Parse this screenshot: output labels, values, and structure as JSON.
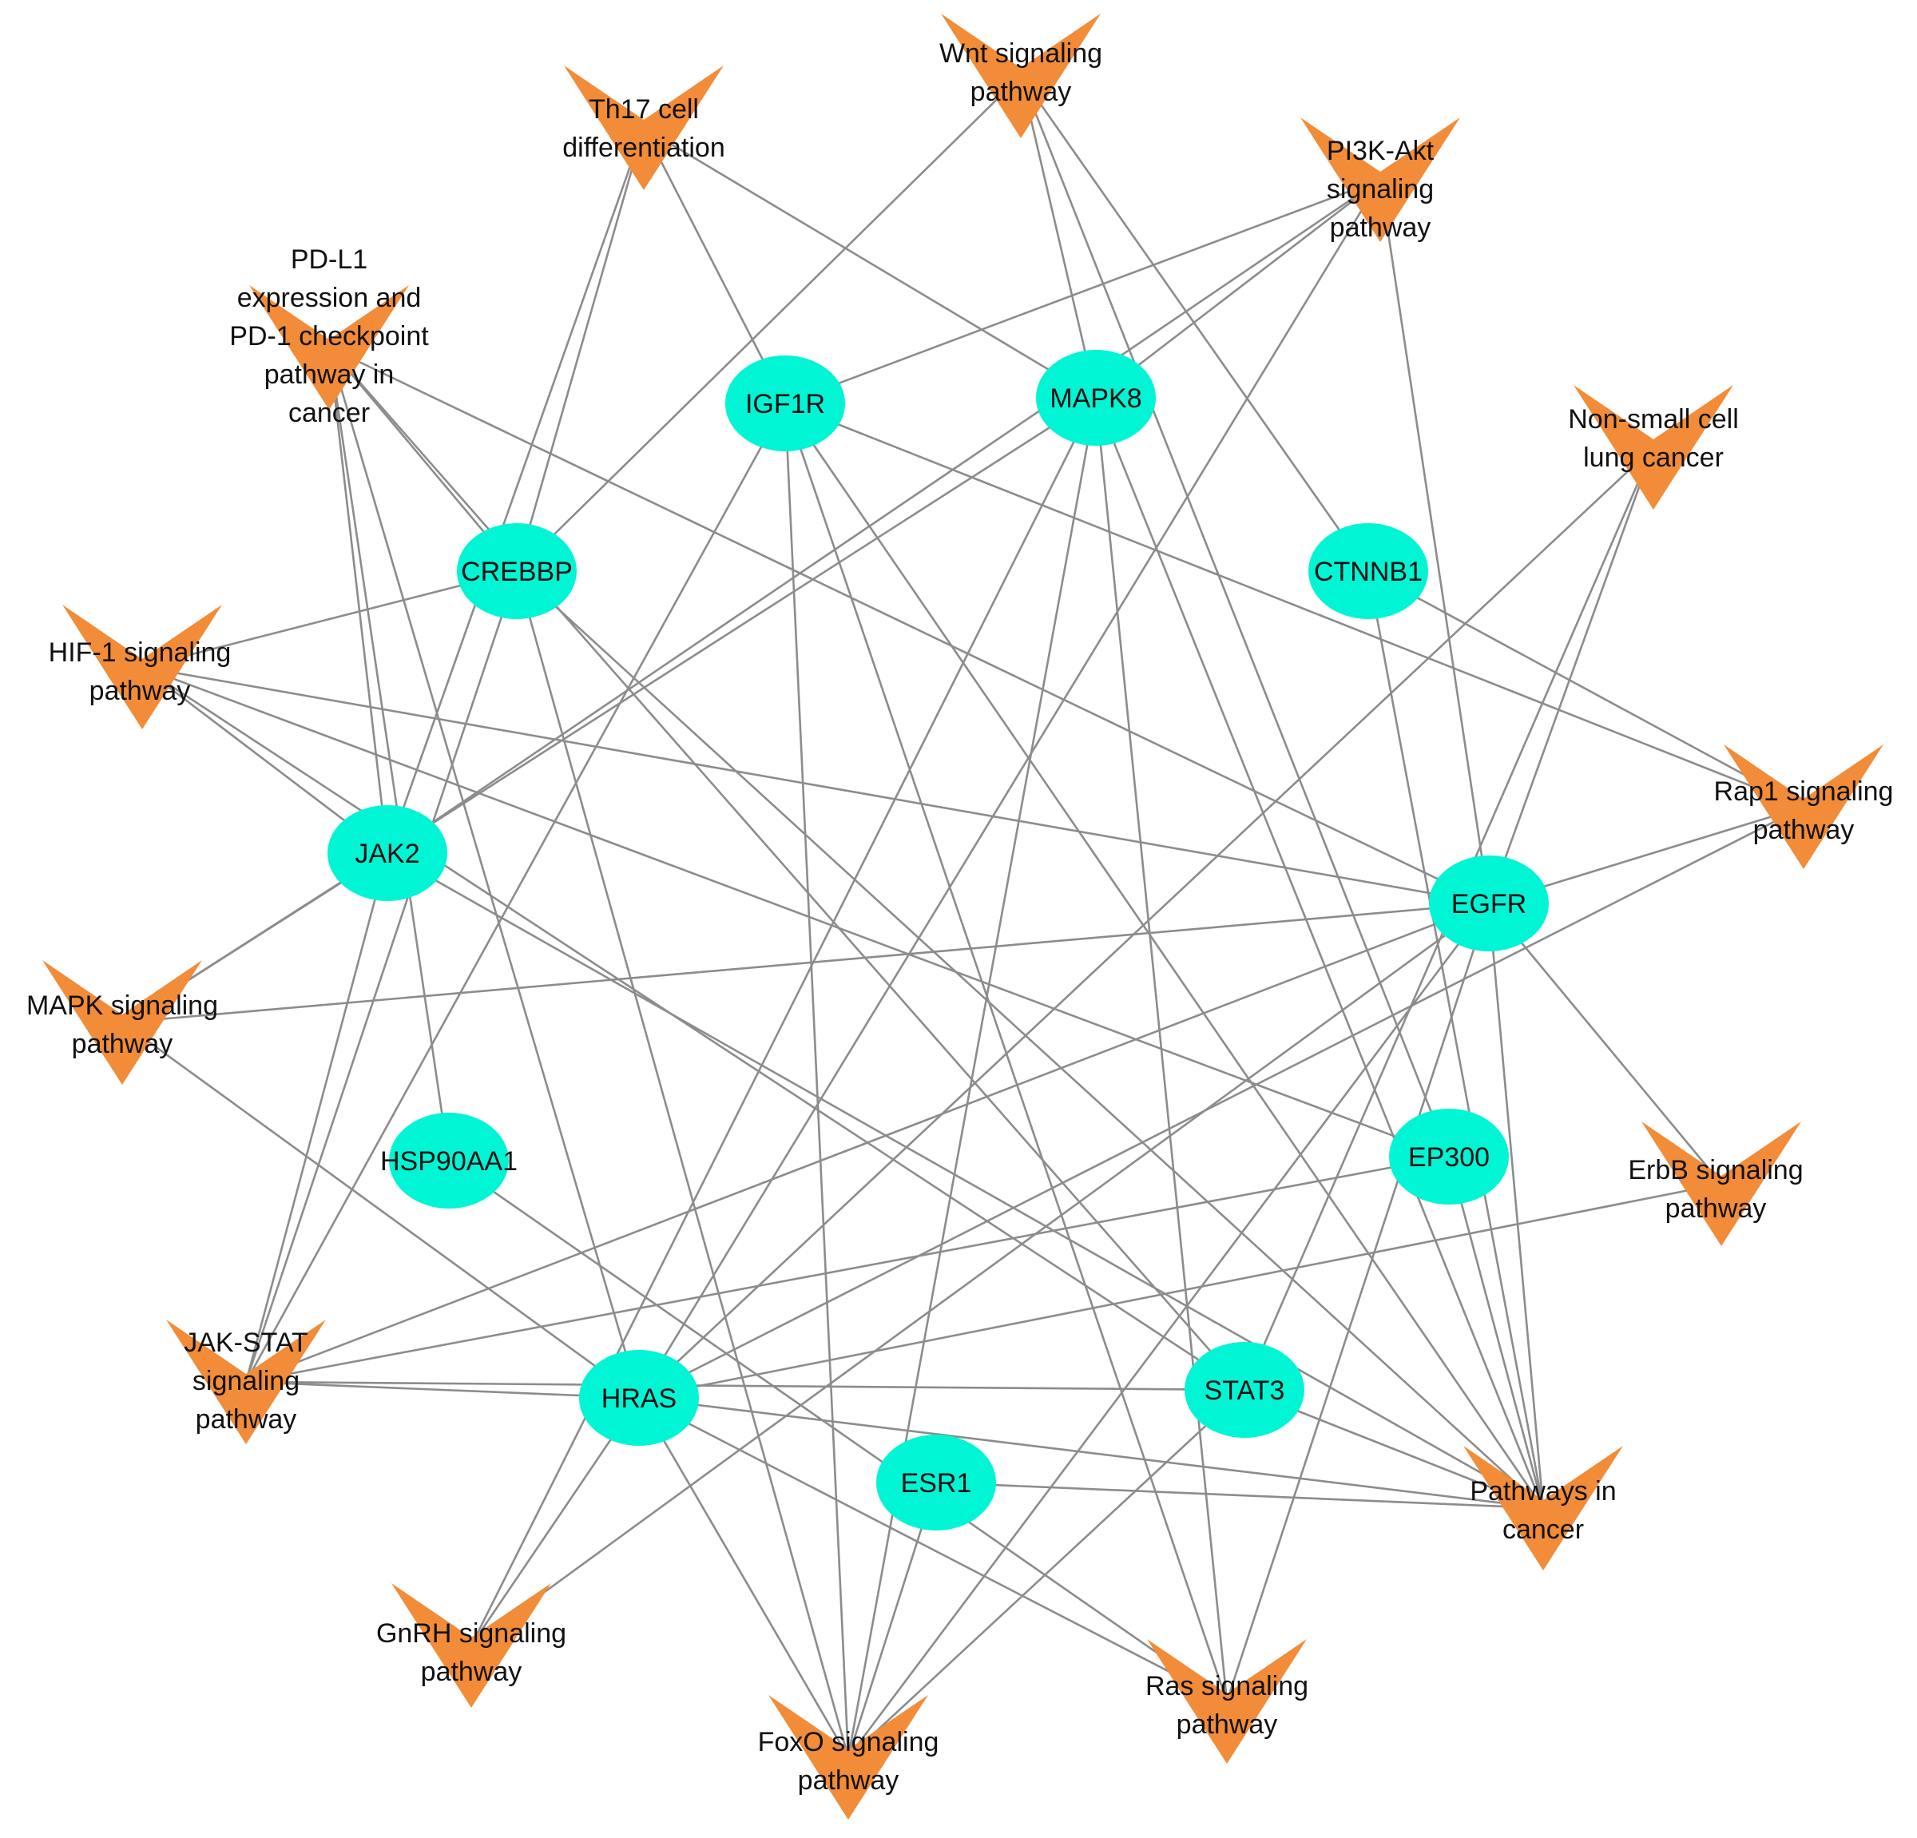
{
  "colors": {
    "gene": "#00F5D4",
    "pathway": "#F28C38",
    "edge": "#8C8C8C",
    "text": "#111111",
    "background": "#FFFFFF"
  },
  "genes": [
    {
      "id": "IGF1R",
      "label": "IGF1R"
    },
    {
      "id": "MAPK8",
      "label": "MAPK8"
    },
    {
      "id": "CREBBP",
      "label": "CREBBP"
    },
    {
      "id": "CTNNB1",
      "label": "CTNNB1"
    },
    {
      "id": "JAK2",
      "label": "JAK2"
    },
    {
      "id": "EGFR",
      "label": "EGFR"
    },
    {
      "id": "HSP90AA1",
      "label": "HSP90AA1"
    },
    {
      "id": "EP300",
      "label": "EP300"
    },
    {
      "id": "HRAS",
      "label": "HRAS"
    },
    {
      "id": "STAT3",
      "label": "STAT3"
    },
    {
      "id": "ESR1",
      "label": "ESR1"
    }
  ],
  "pathways": [
    {
      "id": "wnt",
      "lines": [
        "Wnt signaling",
        "pathway"
      ]
    },
    {
      "id": "th17",
      "lines": [
        "Th17 cell",
        "differentiation"
      ]
    },
    {
      "id": "pi3k",
      "lines": [
        "PI3K-Akt",
        "signaling",
        "pathway"
      ]
    },
    {
      "id": "pdl1",
      "lines": [
        "PD-L1",
        "expression and",
        "PD-1 checkpoint",
        "pathway in",
        "cancer"
      ]
    },
    {
      "id": "nsclc",
      "lines": [
        "Non-small cell",
        "lung cancer"
      ]
    },
    {
      "id": "hif1",
      "lines": [
        "HIF-1 signaling",
        "pathway"
      ]
    },
    {
      "id": "rap1",
      "lines": [
        "Rap1 signaling",
        "pathway"
      ]
    },
    {
      "id": "mapk",
      "lines": [
        "MAPK signaling",
        "pathway"
      ]
    },
    {
      "id": "erbb",
      "lines": [
        "ErbB signaling",
        "pathway"
      ]
    },
    {
      "id": "jakstat",
      "lines": [
        "JAK-STAT",
        "signaling",
        "pathway"
      ]
    },
    {
      "id": "cancer",
      "lines": [
        "Pathways in",
        "cancer"
      ]
    },
    {
      "id": "gnrh",
      "lines": [
        "GnRH signaling",
        "pathway"
      ]
    },
    {
      "id": "ras",
      "lines": [
        "Ras signaling",
        "pathway"
      ]
    },
    {
      "id": "foxo",
      "lines": [
        "FoxO signaling",
        "pathway"
      ]
    }
  ],
  "edges": [
    [
      "IGF1R",
      "th17"
    ],
    [
      "IGF1R",
      "pi3k"
    ],
    [
      "IGF1R",
      "rap1"
    ],
    [
      "IGF1R",
      "jakstat"
    ],
    [
      "IGF1R",
      "foxo"
    ],
    [
      "IGF1R",
      "ras"
    ],
    [
      "IGF1R",
      "cancer"
    ],
    [
      "MAPK8",
      "th17"
    ],
    [
      "MAPK8",
      "wnt"
    ],
    [
      "MAPK8",
      "pi3k"
    ],
    [
      "MAPK8",
      "mapk"
    ],
    [
      "MAPK8",
      "gnrh"
    ],
    [
      "MAPK8",
      "foxo"
    ],
    [
      "MAPK8",
      "ras"
    ],
    [
      "MAPK8",
      "cancer"
    ],
    [
      "CREBBP",
      "th17"
    ],
    [
      "CREBBP",
      "wnt"
    ],
    [
      "CREBBP",
      "pdl1"
    ],
    [
      "CREBBP",
      "hif1"
    ],
    [
      "CREBBP",
      "jakstat"
    ],
    [
      "CREBBP",
      "foxo"
    ],
    [
      "CREBBP",
      "cancer"
    ],
    [
      "CTNNB1",
      "wnt"
    ],
    [
      "CTNNB1",
      "rap1"
    ],
    [
      "CTNNB1",
      "cancer"
    ],
    [
      "JAK2",
      "pi3k"
    ],
    [
      "JAK2",
      "pdl1"
    ],
    [
      "JAK2",
      "hif1"
    ],
    [
      "JAK2",
      "th17"
    ],
    [
      "JAK2",
      "mapk"
    ],
    [
      "JAK2",
      "jakstat"
    ],
    [
      "JAK2",
      "cancer"
    ],
    [
      "EGFR",
      "pi3k"
    ],
    [
      "EGFR",
      "pdl1"
    ],
    [
      "EGFR",
      "nsclc"
    ],
    [
      "EGFR",
      "hif1"
    ],
    [
      "EGFR",
      "rap1"
    ],
    [
      "EGFR",
      "mapk"
    ],
    [
      "EGFR",
      "erbb"
    ],
    [
      "EGFR",
      "jakstat"
    ],
    [
      "EGFR",
      "cancer"
    ],
    [
      "EGFR",
      "gnrh"
    ],
    [
      "EGFR",
      "ras"
    ],
    [
      "EGFR",
      "foxo"
    ],
    [
      "HSP90AA1",
      "pdl1"
    ],
    [
      "HSP90AA1",
      "ras"
    ],
    [
      "EP300",
      "hif1"
    ],
    [
      "EP300",
      "wnt"
    ],
    [
      "EP300",
      "jakstat"
    ],
    [
      "EP300",
      "cancer"
    ],
    [
      "HRAS",
      "pdl1"
    ],
    [
      "HRAS",
      "pi3k"
    ],
    [
      "HRAS",
      "nsclc"
    ],
    [
      "HRAS",
      "mapk"
    ],
    [
      "HRAS",
      "erbb"
    ],
    [
      "HRAS",
      "jakstat"
    ],
    [
      "HRAS",
      "gnrh"
    ],
    [
      "HRAS",
      "foxo"
    ],
    [
      "HRAS",
      "ras"
    ],
    [
      "HRAS",
      "cancer"
    ],
    [
      "HRAS",
      "rap1"
    ],
    [
      "STAT3",
      "pdl1"
    ],
    [
      "STAT3",
      "nsclc"
    ],
    [
      "STAT3",
      "hif1"
    ],
    [
      "STAT3",
      "jakstat"
    ],
    [
      "STAT3",
      "foxo"
    ],
    [
      "STAT3",
      "cancer"
    ],
    [
      "ESR1",
      "foxo"
    ],
    [
      "ESR1",
      "cancer"
    ]
  ]
}
